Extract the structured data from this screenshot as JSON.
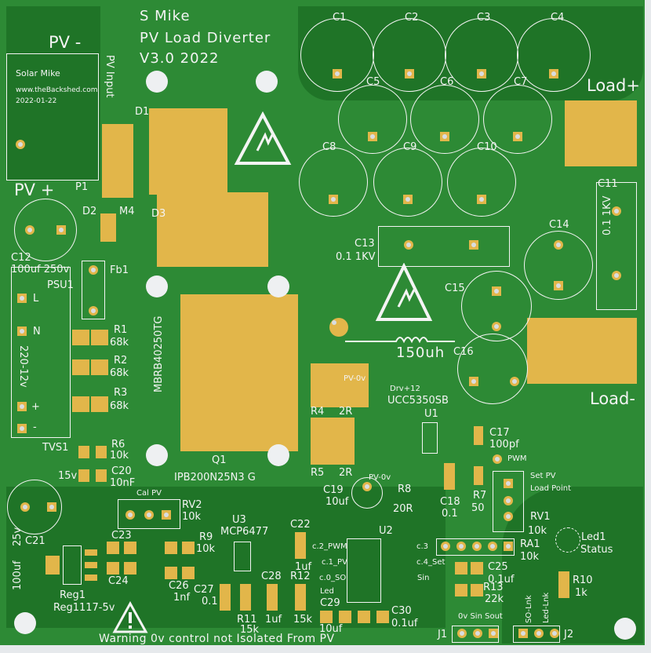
{
  "title": {
    "l1": "S Mike",
    "l2": "PV Load Diverter",
    "l3": "V3.0 2022"
  },
  "logo": {
    "name": "Solar Mike",
    "site": "www.theBackshed.com",
    "date": "2022-01-22"
  },
  "labels": {
    "pv_minus": "PV -",
    "pv_plus": "PV +",
    "pv_input": "PV Input",
    "p1": "P1",
    "d1": "D1",
    "d2": "D2",
    "m4": "M4",
    "d3": "D3",
    "c12": "C12",
    "c12v": "100uf 250v",
    "psu1": "PSU1",
    "fb1": "Fb1",
    "l": "L",
    "n": "N",
    "psu_v": "220-12v",
    "plus": "+",
    "minus": "-",
    "r1": "R1",
    "r1v": "68k",
    "r2": "R2",
    "r2v": "68k",
    "r3": "R3",
    "r3v": "68k",
    "mbrb": "MBRB40250TG",
    "r6": "R6",
    "r6v": "10k",
    "c20": "C20",
    "c20v": "10nF",
    "tvs1": "TVS1",
    "tvs1v": "15v",
    "c21": "C21",
    "c21v1": "25v",
    "c21v2": "100uf",
    "calpv": "Cal PV",
    "rv2": "RV2",
    "rv2v": "10k",
    "reg1": "Reg1",
    "reg1v": "Reg1117-5v",
    "c23": "C23",
    "c24": "C24",
    "r9": "R9",
    "r9v": "10k",
    "u3": "U3",
    "u3v": "MCP6477",
    "c26": "C26",
    "c26v": "1nf",
    "c27": "C27",
    "c27v": "0.1",
    "r11": "R11",
    "r11v": "15k",
    "c28": "C28",
    "c28v": "1uf",
    "r12": "R12",
    "r12v": "15k",
    "c22": "C22",
    "c22v": "1uf",
    "led": "Led",
    "c29": "C29",
    "c29v": "10uf",
    "u2": "U2",
    "c2pwm": "c.2_PWM",
    "c1pv": "c.1_PV",
    "c0so": "c.0_SO",
    "c3": "c.3",
    "c4set": "c.4_Set",
    "sin": "Sin",
    "c30": "C30",
    "c30v": "0.1uf",
    "warning": "Warning 0v control not Isolated From PV",
    "q1": "Q1",
    "q1v": "IPB200N25N3 G",
    "r4": "R4",
    "r4v": "2R",
    "r5": "R5",
    "r5v": "2R",
    "pv0v_a": "PV-0v",
    "drv12": "Drv+12",
    "ucc": "UCC5350SB",
    "u1": "U1",
    "c17": "C17",
    "c17v": "100pf",
    "pwm": "PWM",
    "pv0v_b": "PV-0v",
    "c19": "C19",
    "c19v": "10uf",
    "r8": "R8",
    "r8v": "20R",
    "c18": "C18",
    "c18v": "0.1",
    "r7": "R7",
    "r7v": "50",
    "setpv": "Set PV",
    "loadpoint": "Load Point",
    "rv1": "RV1",
    "rv1v": "10k",
    "ra1": "RA1",
    "ra1v": "10k",
    "led1": "Led1",
    "status": "Status",
    "c25": "C25",
    "c25v": "0.1uf",
    "r13": "R13",
    "r13v": "22k",
    "r10": "R10",
    "r10v": "1k",
    "j1hdr": "0v Sin Sout",
    "solnk": "SO-Lnk",
    "ledlnk": "Led-Lnk",
    "j1": "J1",
    "j2": "J2",
    "c1": "C1",
    "c2": "C2",
    "c3cap": "C3",
    "c4": "C4",
    "c5": "C5",
    "c6": "C6",
    "c7": "C7",
    "c8": "C8",
    "c9": "C9",
    "c10": "C10",
    "loadp": "Load+",
    "c11": "C11",
    "c11v": "0.1 1KV",
    "c14": "C14",
    "c13": "C13",
    "c13v": "0.1 1KV",
    "c15": "C15",
    "c16": "C16",
    "ind": "150uh",
    "loadm": "Load-"
  },
  "colors": {
    "board": "#2d8a35",
    "pour": "#1f7427",
    "pad": "#e2b64a",
    "silk": "#f4f4f4"
  }
}
